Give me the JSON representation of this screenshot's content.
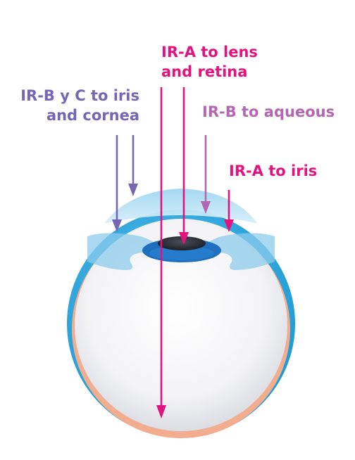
{
  "labels": {
    "ir_a_lens": {
      "line1": "IR-A to lens",
      "line2": "and retina"
    },
    "ir_bc_iris_cornea": {
      "line1": "IR-B y C to iris",
      "line2": "and cornea"
    },
    "ir_b_aqueous": {
      "line1": "IR-B to aqueous"
    },
    "ir_a_iris": {
      "line1": "IR-A to iris"
    }
  },
  "colors": {
    "ir_a": "#e2137f",
    "ir_bc": "#7466b2",
    "ir_b_aqueous": "#b267b0",
    "sclera_outer": "#2aa5dd",
    "retina_layer": "#f2ad8f",
    "eye_interior": "#f5f5f7",
    "cornea": "#bfe4f6",
    "iris": "#1f6fbf",
    "pupil": "#262a33"
  }
}
